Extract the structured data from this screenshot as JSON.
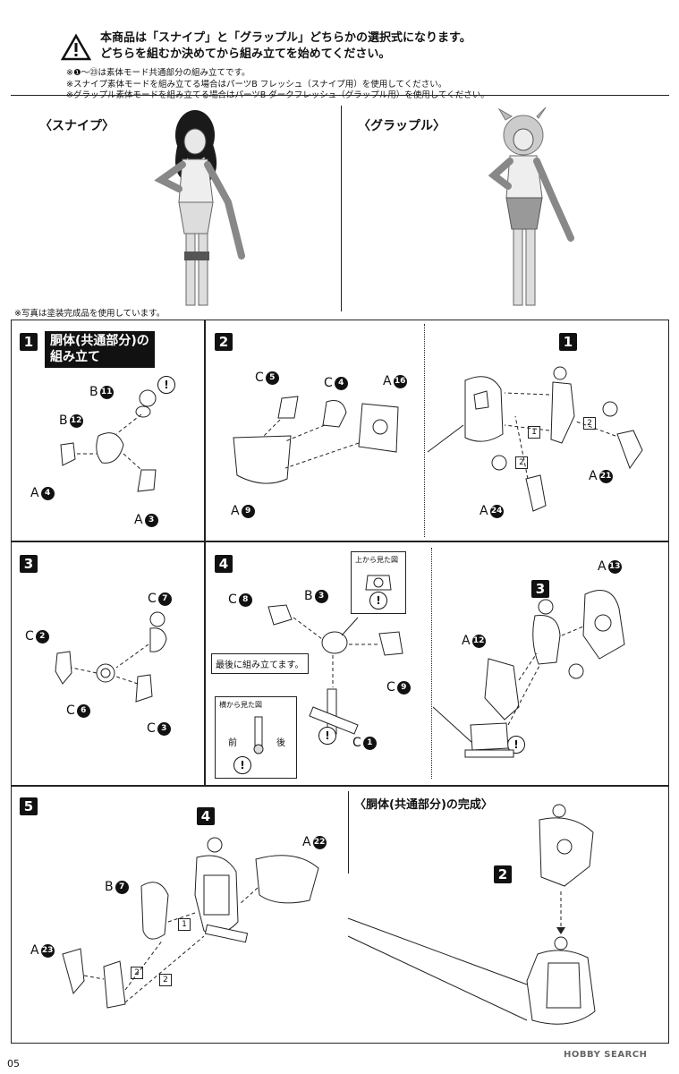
{
  "notice": {
    "main": [
      "本商品は「スナイプ」と「グラップル」どちらかの選択式になります。",
      "どちらを組むか決めてから組み立てを始めてください。"
    ],
    "sub": [
      "※❶～㉓は素体モード共通部分の組み立てです。",
      "※スナイプ素体モードを組み立てる場合はパーツB フレッシュ（スナイプ用）を使用してください。",
      "※グラップル素体モードを組み立てる場合はパーツB ダークフレッシュ（グラップル用）を使用してください。"
    ]
  },
  "photos": {
    "left_title": "〈スナイプ〉",
    "right_title": "〈グラップル〉",
    "caption": "※写真は塗装完成品を使用しています。"
  },
  "step1": {
    "num": "1",
    "title_line1": "胴体(共通部分)の",
    "title_line2": "組み立て",
    "labels": [
      {
        "p": "B",
        "n": "11"
      },
      {
        "p": "B",
        "n": "12"
      },
      {
        "p": "A",
        "n": "4"
      },
      {
        "p": "A",
        "n": "3"
      }
    ]
  },
  "step2": {
    "num": "2",
    "labels": [
      {
        "p": "C",
        "n": "5"
      },
      {
        "p": "C",
        "n": "4"
      },
      {
        "p": "A",
        "n": "16"
      },
      {
        "p": "A",
        "n": "9"
      }
    ],
    "right_labels": [
      {
        "p": "A",
        "n": "21"
      },
      {
        "p": "A",
        "n": "24"
      }
    ],
    "right_step": "1",
    "seq1": "1",
    "seq2": "2",
    "seq3": "2"
  },
  "step3": {
    "num": "3",
    "labels": [
      {
        "p": "C",
        "n": "7"
      },
      {
        "p": "C",
        "n": "2"
      },
      {
        "p": "C",
        "n": "6"
      },
      {
        "p": "C",
        "n": "3"
      }
    ]
  },
  "step4": {
    "num": "4",
    "labels": [
      {
        "p": "C",
        "n": "8"
      },
      {
        "p": "B",
        "n": "3"
      },
      {
        "p": "C",
        "n": "9"
      },
      {
        "p": "C",
        "n": "1"
      }
    ],
    "top_view": "上から見た図",
    "side_view": "横から見た図",
    "front": "前",
    "back": "後",
    "last_note": "最後に組み立てます。",
    "right_labels": [
      {
        "p": "A",
        "n": "13"
      },
      {
        "p": "A",
        "n": "12"
      }
    ],
    "right_step": "3"
  },
  "step5": {
    "num": "5",
    "labels": [
      {
        "p": "B",
        "n": "7"
      },
      {
        "p": "A",
        "n": "23"
      },
      {
        "p": "A",
        "n": "22"
      }
    ],
    "sub_step": "4",
    "seq1": "1",
    "seq2": "2",
    "seq3": "2",
    "result_title": "〈胴体(共通部分)の完成〉",
    "result_step": "2"
  },
  "footer": {
    "page": "05",
    "logo": "HOBBY SEARCH"
  }
}
